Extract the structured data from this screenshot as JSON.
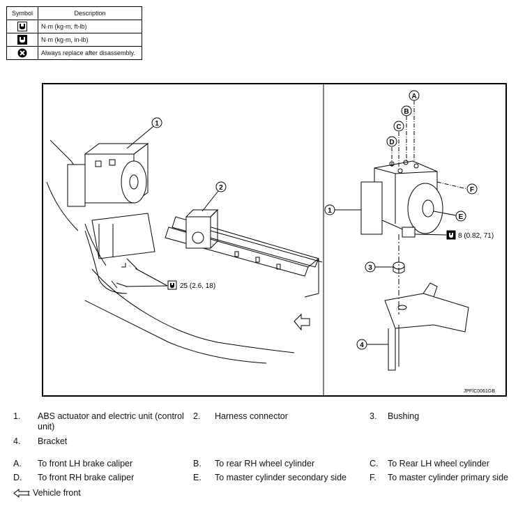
{
  "symbol_table": {
    "header_symbol": "Symbol",
    "header_description": "Description",
    "rows": [
      {
        "icon": "torque-wrench-icon",
        "description": "N·m (kg-m, ft-lb)"
      },
      {
        "icon": "torque-wrench-inlb-icon",
        "description": "N·m (kg-m, in-lb)"
      },
      {
        "icon": "always-replace-icon",
        "description": "Always replace after disassembly."
      }
    ]
  },
  "figure": {
    "callouts_left": [
      "1",
      "2"
    ],
    "torque_left": "25 (2.6, 18)",
    "callouts_right": [
      "A",
      "B",
      "C",
      "D",
      "E",
      "F",
      "1",
      "3",
      "4"
    ],
    "torque_right": "8 (0.82, 71)",
    "figure_id": "JPFIC0061GB"
  },
  "parts": [
    {
      "num": "1.",
      "text": "ABS actuator and electric unit (control",
      "text2": "unit)"
    },
    {
      "num": "2.",
      "text": "Harness connector"
    },
    {
      "num": "3.",
      "text": "Bushing"
    },
    {
      "num": "4.",
      "text": "Bracket"
    }
  ],
  "letters": [
    {
      "num": "A.",
      "text": "To front LH brake caliper"
    },
    {
      "num": "B.",
      "text": "To rear RH wheel cylinder"
    },
    {
      "num": "C.",
      "text": "To Rear LH wheel cylinder"
    },
    {
      "num": "D.",
      "text": "To front RH brake caliper"
    },
    {
      "num": "E.",
      "text": "To master cylinder secondary side"
    },
    {
      "num": "F.",
      "text": "To master cylinder primary side"
    }
  ],
  "vehicle_front": ": Vehicle front"
}
